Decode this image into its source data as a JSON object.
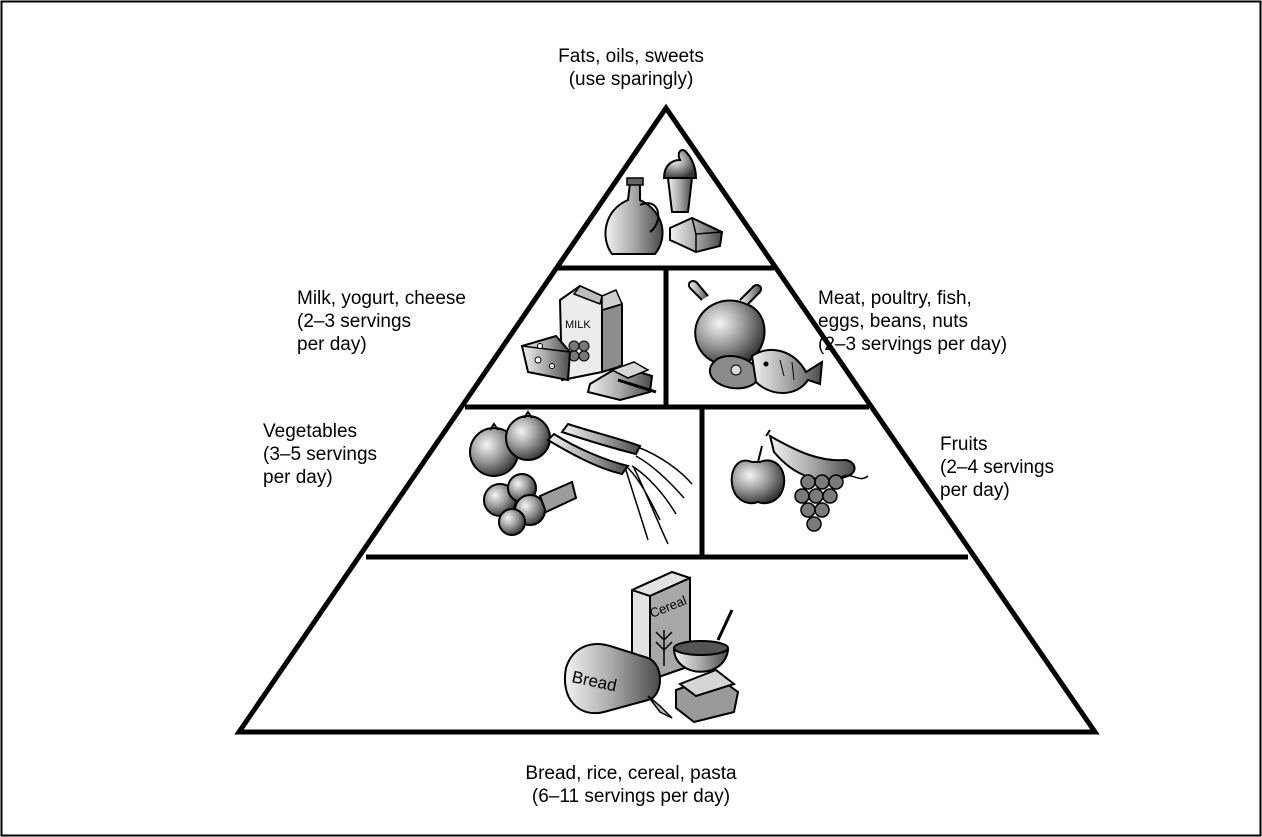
{
  "tiers": {
    "top": {
      "line1": "Fats, oils, sweets",
      "line2": "(use sparingly)"
    },
    "milk": {
      "line1": "Milk, yogurt, cheese",
      "line2": "(2–3 servings",
      "line3": "per day)"
    },
    "meat": {
      "line1": "Meat, poultry, fish,",
      "line2": "eggs, beans, nuts",
      "line3": "(2–3 servings per day)"
    },
    "vegetables": {
      "line1": "Vegetables",
      "line2": "(3–5 servings",
      "line3": "per day)"
    },
    "fruits": {
      "line1": "Fruits",
      "line2": "(2–4 servings",
      "line3": "per day)"
    },
    "bottom": {
      "line1": "Bread, rice, cereal, pasta",
      "line2": "(6–11 servings per day)"
    }
  },
  "package_labels": {
    "milk": "MILK",
    "cereal": "Cereal",
    "bread": "Bread"
  },
  "colors": {
    "line": "#000000",
    "background": "#ffffff",
    "food_fill": "#9a9a9a"
  }
}
